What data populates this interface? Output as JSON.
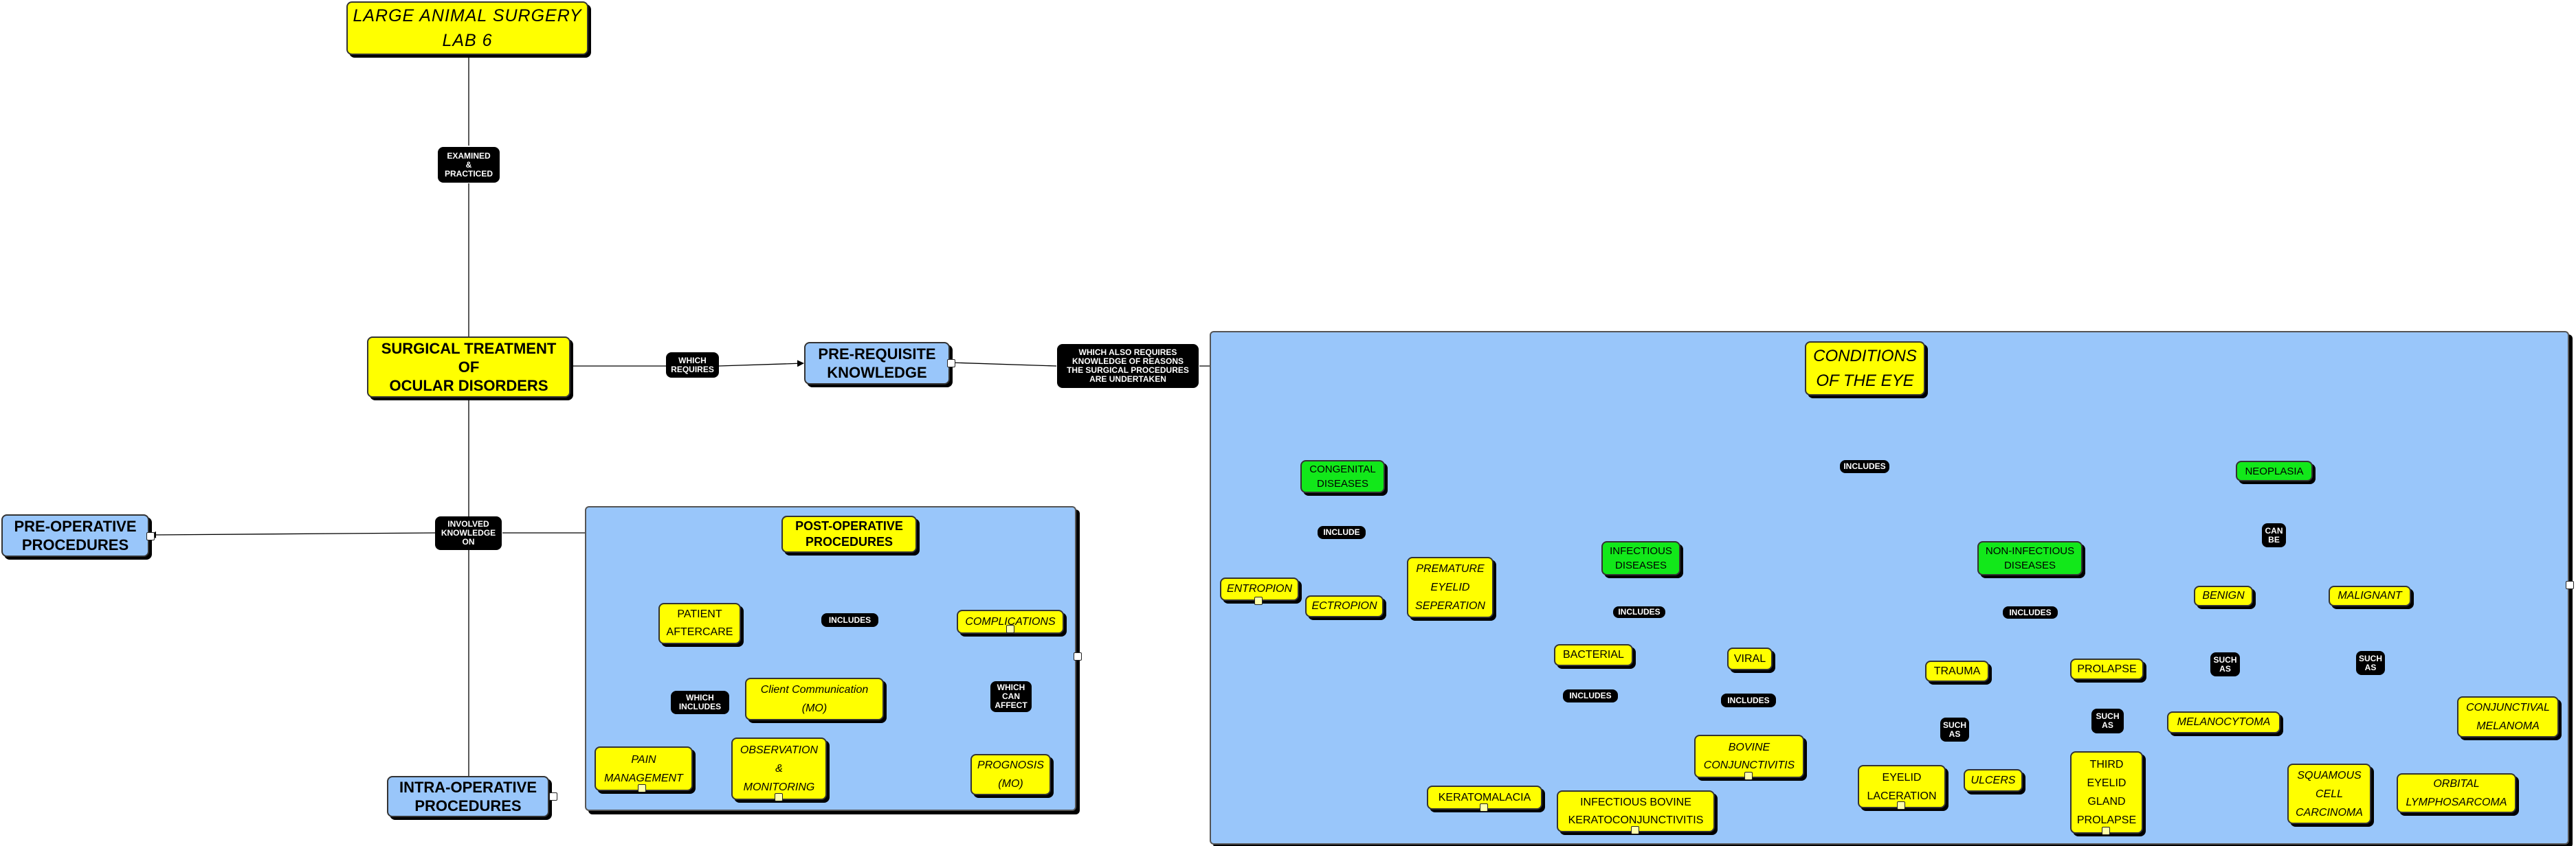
{
  "nodes": {
    "lab": "LARGE ANIMAL SURGERY\nLAB 6",
    "surgical": "SURGICAL TREATMENT\nOF\nOCULAR DISORDERS",
    "prereq": "PRE-REQUISITE\nKNOWLEDGE",
    "preop": "PRE-OPERATIVE\nPROCEDURES",
    "intraop": "INTRA-OPERATIVE\nPROCEDURES",
    "postop": "POST-OPERATIVE\nPROCEDURES",
    "aftercare": "PATIENT\nAFTERCARE",
    "complications": "COMPLICATIONS",
    "client": "Client Communication\n(MO)",
    "pain": "PAIN\nMANAGEMENT",
    "observation": "OBSERVATION\n&\nMONITORING",
    "prognosis": "PROGNOSIS\n(MO)",
    "conditions": "CONDITIONS\nOF THE EYE",
    "congenital": "CONGENITAL\nDISEASES",
    "neoplasia": "NEOPLASIA",
    "infectious": "INFECTIOUS\nDISEASES",
    "noninfectious": "NON-INFECTIOUS\nDISEASES",
    "entropion": "ENTROPION",
    "ectropion": "ECTROPION",
    "premature": "PREMATURE\nEYELID\nSEPERATION",
    "bacterial": "BACTERIAL",
    "viral": "VIRAL",
    "kerato": "KERATOMALACIA",
    "ibk": "INFECTIOUS BOVINE\nKERATOCONJUNCTIVITIS",
    "bovine": "BOVINE\nCONJUNCTIVITIS",
    "trauma": "TRAUMA",
    "prolapse": "PROLAPSE",
    "eyelid": "EYELID\nLACERATION",
    "ulcers": "ULCERS",
    "thirdeyelid": "THIRD\nEYELID\nGLAND\nPROLAPSE",
    "benign": "BENIGN",
    "malignant": "MALIGNANT",
    "melanocytoma": "MELANOCYTOMA",
    "conjmelanoma": "CONJUNCTIVAL\nMELANOMA",
    "scc": "SQUAMOUS\nCELL\nCARCINOMA",
    "lympho": "ORBITAL\nLYMPHOSARCOMA"
  },
  "links": {
    "examined": "EXAMINED\n&\nPRACTICED",
    "which_requires": "WHICH\nREQUIRES",
    "also_requires": "WHICH ALSO REQUIRES\nKNOWLEDGE OF REASONS\nTHE SURGICAL PROCEDURES\nARE UNDERTAKEN",
    "involved": "INVOLVED\nKNOWLEDGE\nON",
    "includes_post": "INCLUDES",
    "which_includes": "WHICH\nINCLUDES",
    "which_can_affect": "WHICH\nCAN\nAFFECT",
    "includes_cond": "INCLUDES",
    "include_cong": "INCLUDE",
    "includes_inf": "INCLUDES",
    "includes_bact": "INCLUDES",
    "includes_viral": "INCLUDES",
    "includes_noninf": "INCLUDES",
    "such_as_trauma": "SUCH\nAS",
    "such_as_prolapse": "SUCH\nAS",
    "can_be": "CAN\nBE",
    "such_as_benign": "SUCH\nAS",
    "such_as_malignant": "SUCH\nAS"
  },
  "colors": {
    "concept_yellow": "#ffff00",
    "concept_blue": "#99c6fa",
    "concept_green": "#12e81a",
    "panel_blue": "#99c6fa",
    "link_label": "#000000"
  }
}
